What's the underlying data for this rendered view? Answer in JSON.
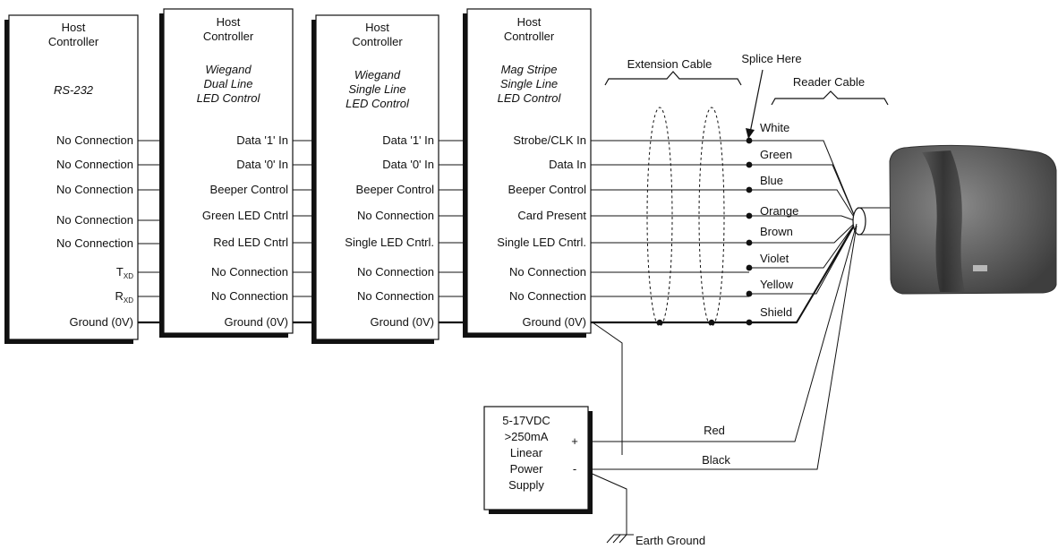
{
  "controllers": [
    {
      "title": [
        "Host",
        "Controller"
      ],
      "mode": [
        "RS-232"
      ],
      "pins": [
        "No Connection",
        "No Connection",
        "No Connection",
        "No Connection",
        "No Connection",
        "T|XD",
        "R|XD",
        "Ground (0V)"
      ]
    },
    {
      "title": [
        "Host",
        "Controller"
      ],
      "mode": [
        "Wiegand",
        "Dual Line",
        "LED Control"
      ],
      "pins": [
        "Data '1' In",
        "Data '0' In",
        "Beeper Control",
        "Green LED Cntrl",
        "Red LED Cntrl",
        "No Connection",
        "No Connection",
        "Ground (0V)"
      ]
    },
    {
      "title": [
        "Host",
        "Controller"
      ],
      "mode": [
        "Wiegand",
        "Single Line",
        "LED Control"
      ],
      "pins": [
        "Data '1' In",
        "Data '0' In",
        "Beeper Control",
        "No Connection",
        "Single LED Cntrl.",
        "No Connection",
        "No Connection",
        "Ground (0V)"
      ]
    },
    {
      "title": [
        "Host",
        "Controller"
      ],
      "mode": [
        "Mag Stripe",
        "Single Line",
        "LED Control"
      ],
      "pins": [
        "Strobe/CLK In",
        "Data In",
        "Beeper Control",
        "Card Present",
        "Single LED Cntrl.",
        "No Connection",
        "No Connection",
        "Ground (0V)"
      ]
    }
  ],
  "cable_labels": {
    "extension_cable": "Extension Cable",
    "splice_here": "Splice Here",
    "reader_cable": "Reader Cable"
  },
  "wire_colors": [
    "White",
    "Green",
    "Blue",
    "Orange",
    "Brown",
    "Violet",
    "Yellow",
    "Shield"
  ],
  "power_supply": {
    "lines": [
      "5-17VDC",
      ">250mA",
      "Linear",
      "Power",
      "Supply"
    ],
    "plus": "+",
    "minus": "-",
    "red_wire": "Red",
    "black_wire": "Black",
    "earth_ground": "Earth Ground"
  }
}
